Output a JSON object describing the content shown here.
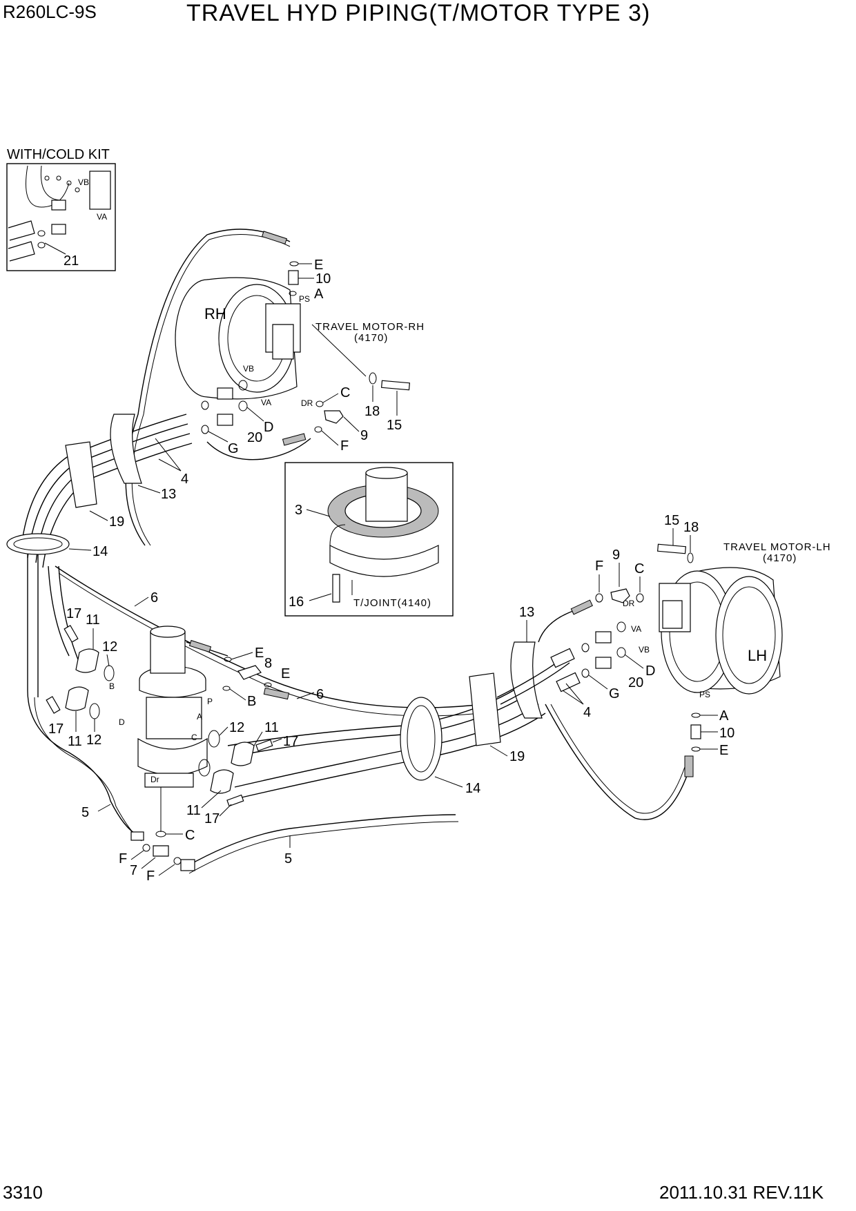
{
  "header": {
    "model": "R260LC-9S",
    "title": "TRAVEL HYD PIPING(T/MOTOR TYPE 3)"
  },
  "footer": {
    "page_number": "3310",
    "revision": "2011.10.31  REV.11K"
  },
  "inset_cold_kit": {
    "title": "WITH/COLD KIT",
    "port_vb": "VB",
    "port_va": "VA",
    "callout_21": "21"
  },
  "motor_rh": {
    "side": "RH",
    "name": "TRAVEL MOTOR-RH",
    "code": "(4170)",
    "port_ps": "PS",
    "port_vb": "VB",
    "port_va": "VA",
    "port_dr": "DR"
  },
  "motor_lh": {
    "side": "LH",
    "name": "TRAVEL MOTOR-LH",
    "code": "(4170)",
    "port_ps": "PS",
    "port_va": "VA",
    "port_vb": "VB",
    "port_dr": "DR"
  },
  "swivel_joint_detail": {
    "name": "T/JOINT(4140)",
    "callout_3": "3",
    "callout_16": "16"
  },
  "swivel_ports": {
    "a": "A",
    "b": "B",
    "c": "C",
    "d": "D",
    "p": "P",
    "dr": "Dr"
  },
  "callouts_rh": {
    "e": "E",
    "c10": "10",
    "a": "A",
    "c18": "18",
    "c15": "15",
    "c": "C",
    "c9": "9",
    "f": "F",
    "d": "D",
    "c20": "20",
    "g": "G"
  },
  "callouts_lh": {
    "c15": "15",
    "c18": "18",
    "c9": "9",
    "f": "F",
    "c": "C",
    "d": "D",
    "c20": "20",
    "g": "G",
    "c4": "4",
    "c13": "13",
    "a": "A",
    "c10": "10",
    "e": "E",
    "c19": "19",
    "c14": "14"
  },
  "callouts_main": {
    "c4": "4",
    "c13": "13",
    "c19": "19",
    "c14": "14",
    "c6a": "6",
    "c6b": "6",
    "c8": "8",
    "e1": "E",
    "e2": "E",
    "b": "B",
    "c17a": "17",
    "c11a": "11",
    "c12a": "12",
    "c17b": "17",
    "c11b": "11",
    "c12b": "12",
    "c12c": "12",
    "c11c": "11",
    "c17c": "17",
    "c11d": "11",
    "c17d": "17",
    "c5a": "5",
    "c5b": "5",
    "c": "C",
    "f1": "F",
    "c7": "7",
    "f2": "F"
  }
}
